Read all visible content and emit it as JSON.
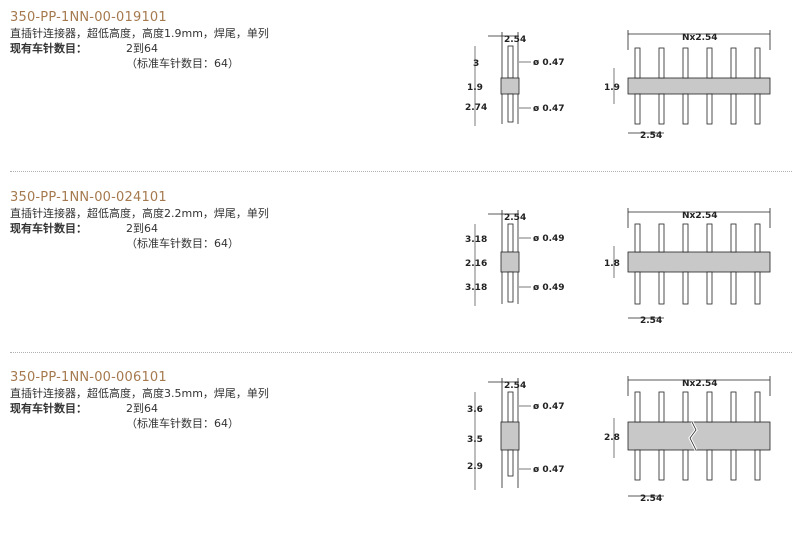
{
  "sections": [
    {
      "part_no": "350-PP-1NN-00-019101",
      "description": "直插针连接器，超低高度，高度1.9mm，焊尾，单列",
      "pin_count_label": "现有车针数目：",
      "pin_count_value": "2到64",
      "standard_note": "（标准车针数目：64）",
      "side_dims": {
        "pitch": "2.54",
        "top": "3",
        "body": "1.9",
        "tail": "2.74",
        "dia_top": "ø 0.47",
        "dia_bottom": "ø 0.47"
      },
      "front_dims": {
        "width": "Nx2.54",
        "height": "1.9",
        "pitch": "2.54"
      }
    },
    {
      "part_no": "350-PP-1NN-00-024101",
      "description": "直插针连接器，超低高度，高度2.2mm，焊尾，单列",
      "pin_count_label": "现有车针数目：",
      "pin_count_value": "2到64",
      "standard_note": "（标准车针数目：64）",
      "side_dims": {
        "pitch": "2.54",
        "top": "3.18",
        "body": "2.16",
        "tail": "3.18",
        "dia_top": "ø 0.49",
        "dia_bottom": "ø 0.49"
      },
      "front_dims": {
        "width": "Nx2.54",
        "height": "1.8",
        "pitch": "2.54"
      }
    },
    {
      "part_no": "350-PP-1NN-00-006101",
      "description": "直插针连接器，超低高度，高度3.5mm，焊尾，单列",
      "pin_count_label": "现有车针数目：",
      "pin_count_value": "2到64",
      "standard_note": "（标准车针数目：64）",
      "side_dims": {
        "pitch": "2.54",
        "top": "3.6",
        "body": "3.5",
        "tail": "2.9",
        "dia_top": "ø 0.47",
        "dia_bottom": "ø 0.47"
      },
      "front_dims": {
        "width": "Nx2.54",
        "height": "2.8",
        "pitch": "2.54"
      }
    }
  ]
}
